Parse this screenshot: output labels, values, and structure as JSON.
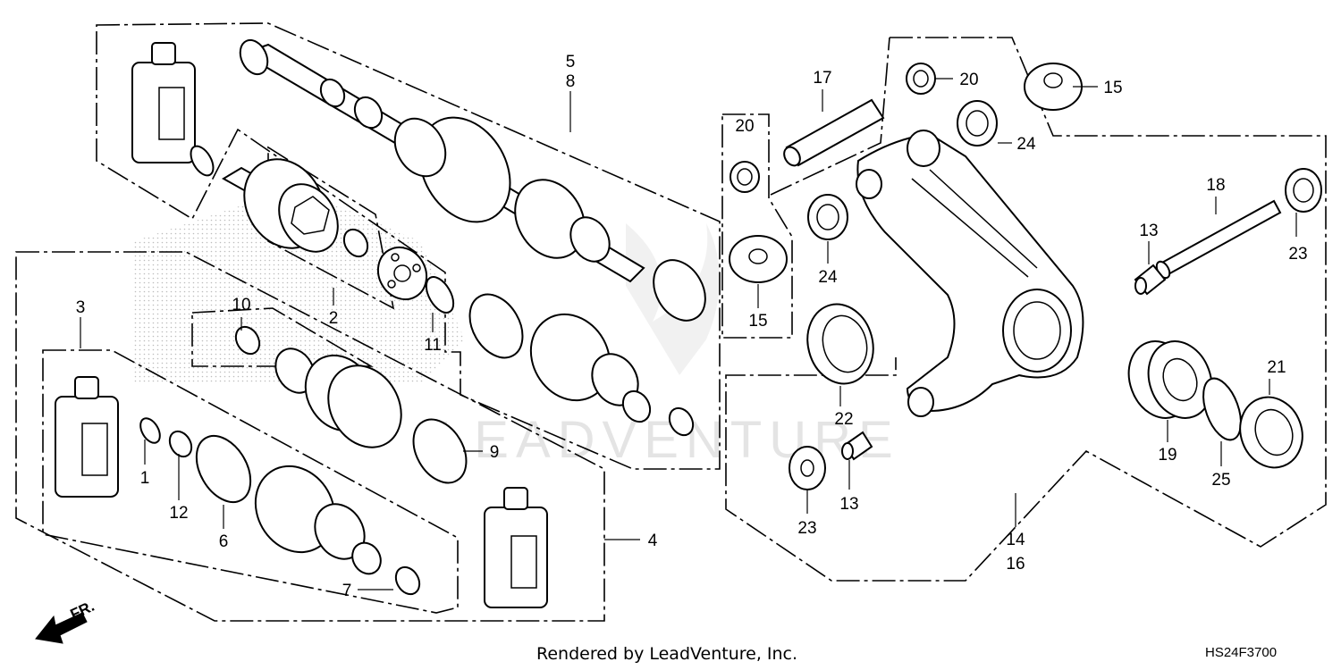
{
  "part_labels": {
    "p1": "1",
    "p2": "2",
    "p3": "3",
    "p4": "4",
    "p5": "5",
    "p6": "6",
    "p7": "7",
    "p8": "8",
    "p9": "9",
    "p10": "10",
    "p11": "11",
    "p12": "12",
    "p13a": "13",
    "p13b": "13",
    "p14": "14",
    "p15a": "15",
    "p15b": "15",
    "p16": "16",
    "p17": "17",
    "p18": "18",
    "p19": "19",
    "p20a": "20",
    "p20b": "20",
    "p21": "21",
    "p22": "22",
    "p23a": "23",
    "p23b": "23",
    "p24a": "24",
    "p24b": "24",
    "p25": "25"
  },
  "direction_label": "FR.",
  "footer": {
    "credit": "Rendered by LeadVenture, Inc.",
    "diagram_code": "HS24F3700"
  },
  "watermark": "LEADVENTURE",
  "colors": {
    "line": "#000000",
    "background": "#ffffff",
    "watermark": "#cfcfcf"
  }
}
